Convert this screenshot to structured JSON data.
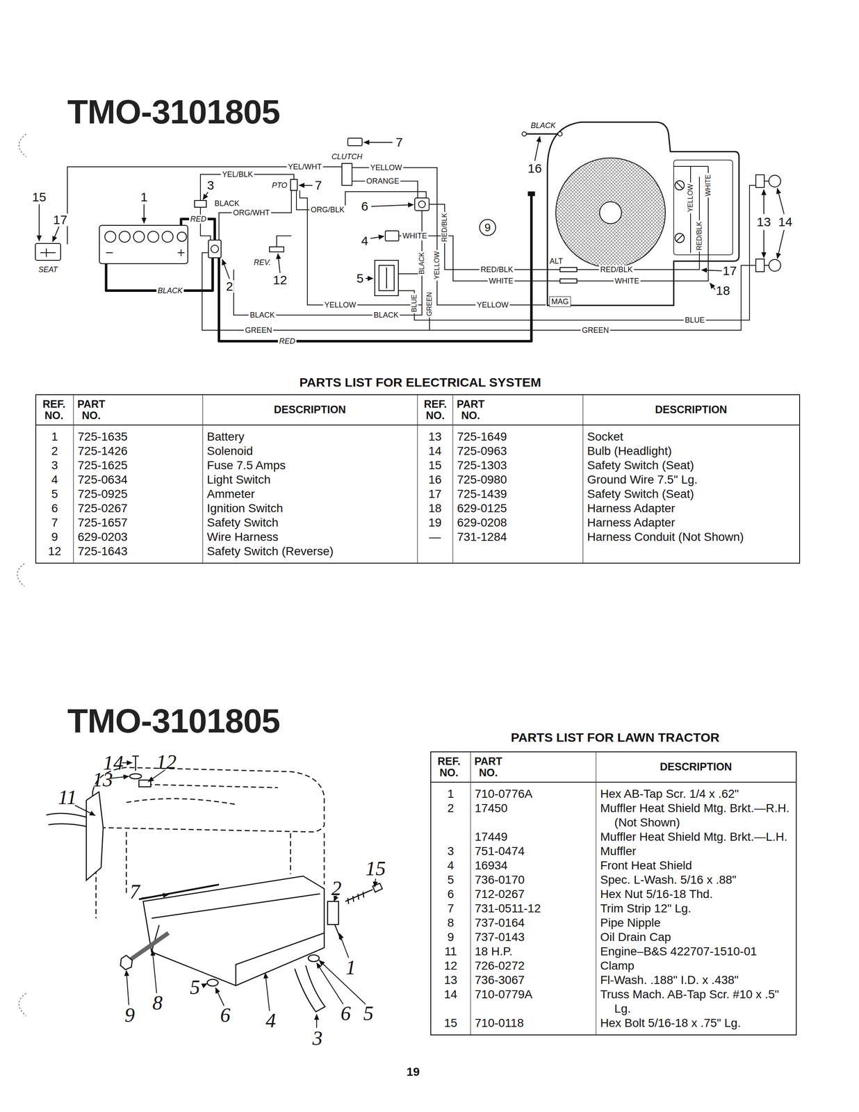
{
  "diagram": {
    "title": "TMO-3101805",
    "labels": [
      "7",
      "YEL/WHT",
      "CLUTCH",
      "YELLOW",
      "YEL/BLK",
      "PTO",
      "7",
      "ORANGE",
      "3",
      "15",
      "1",
      "BLACK",
      "ORG/WHT",
      "ORG/BLK",
      "6",
      "17",
      "RED",
      "4",
      "WHITE",
      "RED/BLK",
      "9",
      "BLACK",
      "SEAT",
      "REV.",
      "12",
      "2",
      "BLACK",
      "5",
      "RED/BLK",
      "WHITE",
      "BLUE",
      "GREEN",
      "YELLOW",
      "BLACK",
      "YELLOW",
      "BLACK",
      "YELLOW",
      "GREEN",
      "RED",
      "ALT",
      "MAG",
      "RED/BLK",
      "WHITE",
      "BLACK",
      "16",
      "YELLOW",
      "RED/BLK",
      "WHITE",
      "17",
      "18",
      "13",
      "14",
      "BLUE",
      "GREEN",
      "PARTS LIST FOR ELECTRICAL SYSTEM",
      "REF. NO.",
      "PART NO.",
      "DESCRIPTION",
      "REF. NO.",
      "PART NO.",
      "DESCRIPTION",
      "1",
      "725-1635",
      "Battery",
      "13",
      "725-1649",
      "Socket",
      "2",
      "725-1426",
      "Solenoid",
      "14",
      "725-0963",
      "Bulb (Headlight)",
      "3",
      "725-1625",
      "Fuse 7.5 Amps",
      "15",
      "725-1303",
      "Safety Switch (Seat)",
      "4",
      "725-0634",
      "Light Switch",
      "16",
      "725-0980",
      "Ground Wire 7.5\" Lg.",
      "5",
      "725-0925",
      "Ammeter",
      "17",
      "725-1439",
      "Safety Switch (Seat)",
      "6",
      "725-0267",
      "Ignition Switch",
      "18",
      "629-0125",
      "Harness Adapter",
      "7",
      "725-1657",
      "Safety Switch",
      "19",
      "629-0208",
      "Harness Adapter",
      "9",
      "629-0203",
      "Wire Harness",
      "—",
      "731-1284",
      "Harness Conduit (Not Shown)",
      "12",
      "725-1643",
      "Safety Switch (Reverse)",
      "TMO-3101805",
      "PARTS LIST FOR LAWN TRACTOR",
      "REF. NO.",
      "PART NO.",
      "DESCRIPTION",
      "1",
      "710-0776A",
      "Hex AB-Tap Scr. 1/4 x .62\"",
      "2",
      "17450",
      "Muffler Heat Shield Mtg. Brkt.—R.H. (Not Shown)",
      "17449",
      "Muffler Heat Shield Mtg. Brkt.—L.H.",
      "3",
      "751-0474",
      "Muffler",
      "4",
      "16934",
      "Front Heat Shield",
      "5",
      "736-0170",
      "Spec. L-Wash. 5/16 x .88\"",
      "6",
      "712-0267",
      "Hex Nut 5/16-18 Thd.",
      "7",
      "731-0511-12",
      "Trim Strip 12\" Lg.",
      "8",
      "737-0164",
      "Pipe Nipple",
      "9",
      "737-0143",
      "Oil Drain Cap",
      "11",
      "18 H.P.",
      "Engine–B&S 422707-1510-01",
      "12",
      "726-0272",
      "Clamp",
      "13",
      "736-3067",
      "Fl-Wash. .188\" I.D. x .438\"",
      "14",
      "710-0779A",
      "Truss Mach. AB-Tap Scr. #10 x .5\" Lg.",
      "15",
      "710-0118",
      "Hex Bolt 5/16-18 x .75\" Lg.",
      "14",
      "12",
      "13",
      "11",
      "7",
      "15",
      "2",
      "1",
      "8",
      "9",
      "5",
      "6",
      "4",
      "3",
      "6",
      "5",
      "19"
    ]
  }
}
